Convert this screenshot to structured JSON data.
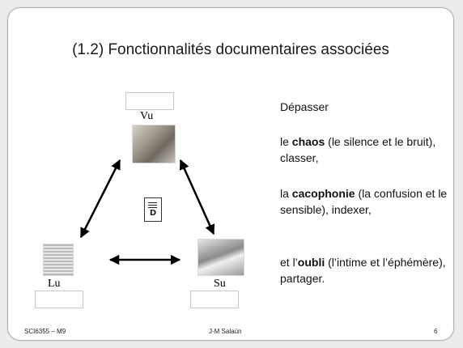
{
  "slide": {
    "title": "(1.2) Fonctionnalités documentaires associées",
    "labels": {
      "vu": "Vu",
      "lu": "Lu",
      "su": "Su"
    },
    "text": {
      "p1": "Dépasser",
      "p2": {
        "a": "le ",
        "b": "chaos",
        "c": " (le silence et le bruit), classer,"
      },
      "p3": {
        "a": "la ",
        "b": "cacophonie",
        "c": " (la confusion et le sensible), indexer,"
      },
      "p4": {
        "a": "et l’",
        "b": "oubli",
        "c": " (l’intime et l’éphémère), partager."
      }
    },
    "doc_icon": {
      "glyph": "D",
      "name": "document-icon"
    },
    "footer": {
      "left": "SCI6355 – M9",
      "center": "J-M Salaün",
      "right": "6"
    }
  }
}
